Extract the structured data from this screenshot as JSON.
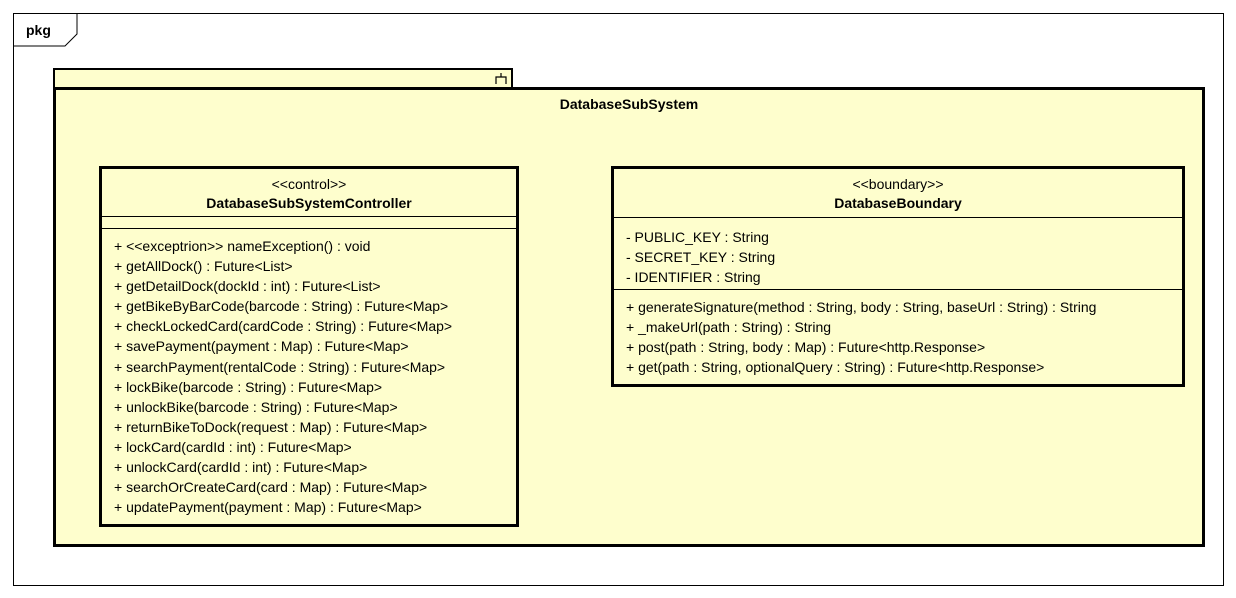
{
  "frame": {
    "label": "pkg"
  },
  "package": {
    "name": "DatabaseSubSystem",
    "fill": "#fefecd"
  },
  "controller": {
    "stereotype": "<<control>>",
    "name": "DatabaseSubSystemController",
    "operations": [
      "+ <<exceptrion>> nameException() : void",
      "+ getAllDock() : Future<List>",
      "+ getDetailDock(dockId : int) : Future<List>",
      "+ getBikeByBarCode(barcode : String) : Future<Map>",
      "+ checkLockedCard(cardCode : String) : Future<Map>",
      "+ savePayment(payment : Map) : Future<Map>",
      "+ searchPayment(rentalCode : String) : Future<Map>",
      "+ lockBike(barcode : String) : Future<Map>",
      "+ unlockBike(barcode : String) : Future<Map>",
      "+ returnBikeToDock(request : Map) : Future<Map>",
      "+ lockCard(cardId : int) : Future<Map>",
      "+ unlockCard(cardId : int) : Future<Map>",
      "+ searchOrCreateCard(card : Map) : Future<Map>",
      "+ updatePayment(payment : Map) : Future<Map>"
    ]
  },
  "boundary": {
    "stereotype": "<<boundary>>",
    "name": "DatabaseBoundary",
    "attributes": [
      "- PUBLIC_KEY : String",
      "- SECRET_KEY : String",
      "- IDENTIFIER : String"
    ],
    "operations": [
      "+ generateSignature(method : String, body : String, baseUrl : String) : String",
      "+ _makeUrl(path : String) : String",
      "+ post(path : String, body : Map) : Future<http.Response>",
      "+ get(path : String, optionalQuery : String) : Future<http.Response>"
    ]
  }
}
